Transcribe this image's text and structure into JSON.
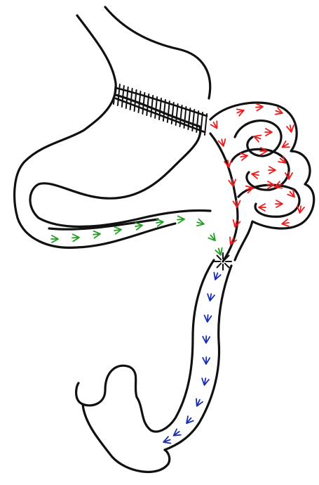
{
  "diagram": {
    "background": "#ffffff",
    "outline_color": "#111111",
    "flows": [
      {
        "name": "green-flow",
        "color": "#22a022",
        "direction": "toward-junction"
      },
      {
        "name": "red-flow",
        "color": "#ee1c1c",
        "direction": "through-coils"
      },
      {
        "name": "blue-flow",
        "color": "#1a2fb0",
        "direction": "downward"
      }
    ]
  }
}
